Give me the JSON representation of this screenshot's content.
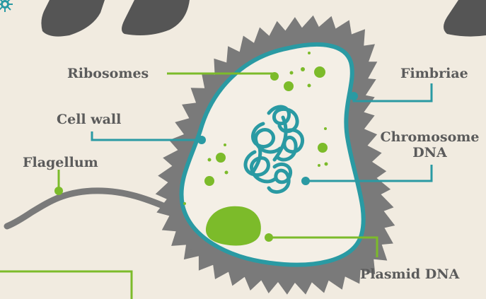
{
  "labels": {
    "ribosomes": "Ribosomes",
    "cell_wall": "Cell wall",
    "flagellum": "Flagellum",
    "fimbriae": "Fimbriae",
    "chromosome_line1": "Chromosome",
    "chromosome_line2": "DNA",
    "plasmid": "Plasmid DNA"
  },
  "colors": {
    "background": "#f1ebe0",
    "cell_body": "#7a7a7a",
    "membrane": "#2a9aa3",
    "cytoplasm": "#f4efe6",
    "organelle_green": "#7cbb2a",
    "leader_green": "#7cbb2a",
    "leader_teal": "#2a9aa3",
    "label_text": "#5b5b5b",
    "silhouette": "#555555",
    "virus_icon": "#2a9aa3"
  }
}
